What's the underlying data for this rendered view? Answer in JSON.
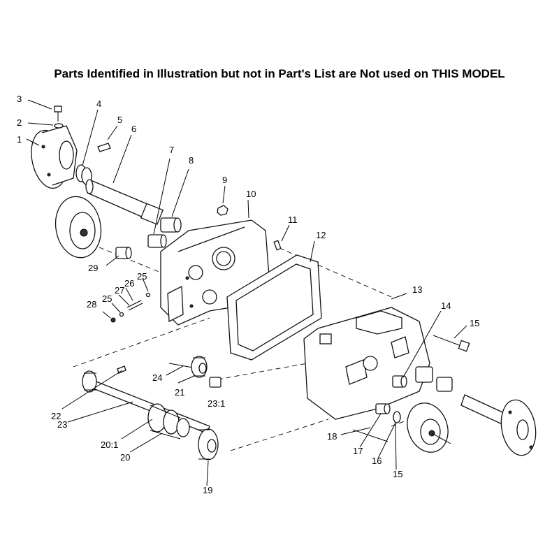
{
  "header": {
    "notice": "Parts Identified in Illustration but not in Part's List are Not used on THIS MODEL"
  },
  "callouts": [
    "3",
    "2",
    "1",
    "4",
    "5",
    "6",
    "7",
    "8",
    "9",
    "10",
    "11",
    "12",
    "29",
    "25",
    "26",
    "27",
    "28",
    "25",
    "13",
    "14",
    "15",
    "24",
    "22",
    "21",
    "23",
    "23:1",
    "20:1",
    "20",
    "19",
    "18",
    "17",
    "16",
    "15"
  ]
}
